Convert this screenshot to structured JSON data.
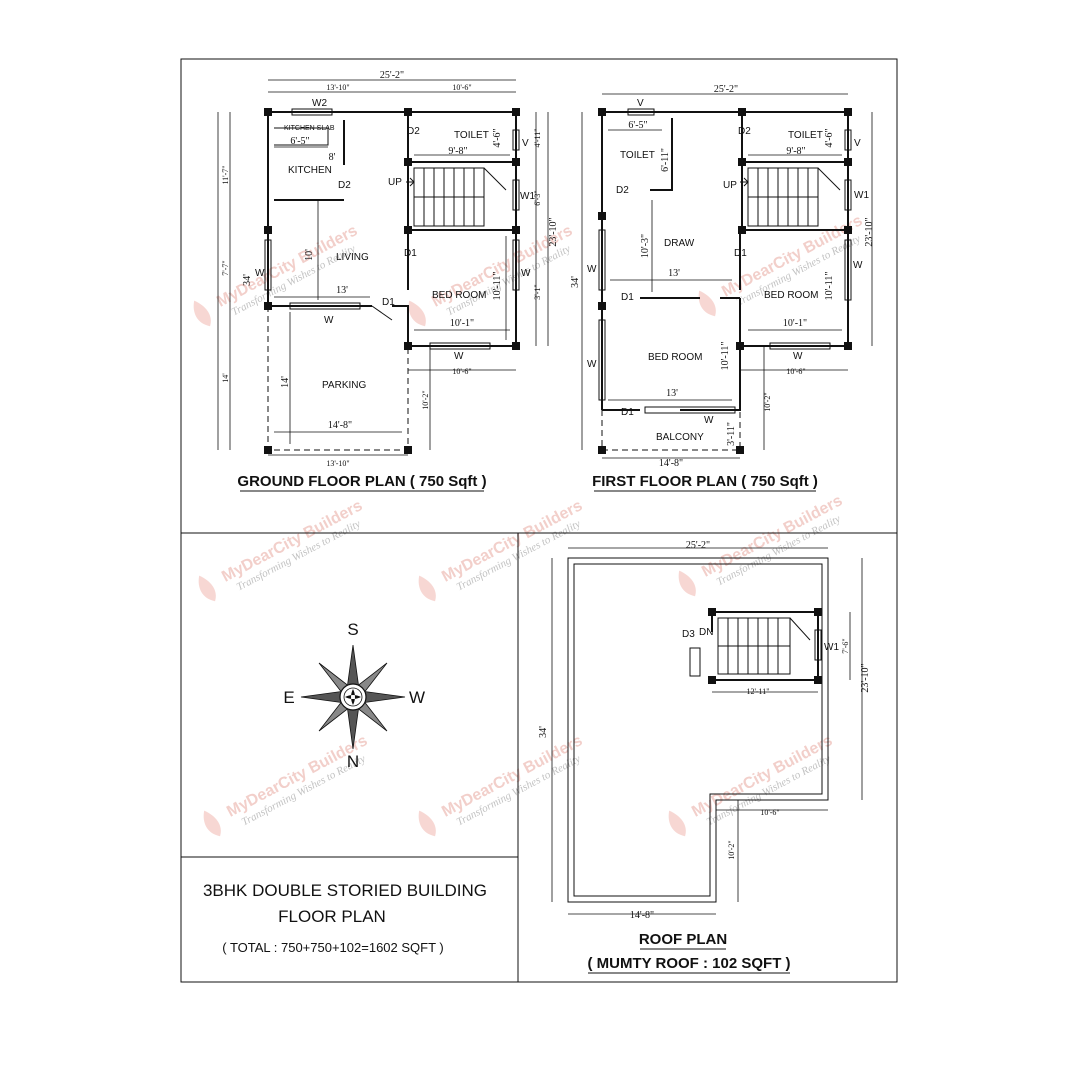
{
  "sheet": {
    "caption_line1": "3BHK DOUBLE STORIED BUILDING",
    "caption_line2": "FLOOR PLAN",
    "total": "( TOTAL : 750+750+102=1602 SQFT )"
  },
  "watermark": {
    "brand": "MyDearCity Builders",
    "tagline": "Transforming Wishes to Reality",
    "brand_color": "#e8a8a0"
  },
  "compass": {
    "top": "S",
    "bottom": "N",
    "left": "E",
    "right": "W"
  },
  "ground": {
    "title": "GROUND FLOOR PLAN ( 750 Sqft )",
    "rooms": {
      "kitchen": "KITCHEN",
      "kitchen_slab": "KITCHEN SLAB",
      "living": "LIVING",
      "toilet": "TOILET",
      "bedroom": "BED ROOM",
      "parking": "PARKING"
    },
    "marks": {
      "w2": "W2",
      "d2a": "D2",
      "d2b": "D2",
      "v": "V",
      "up": "UP",
      "w1": "W1",
      "d1a": "D1",
      "d1b": "D1",
      "w_left": "W",
      "w_right": "W",
      "w_bot": "W",
      "w_bed": "W"
    },
    "dims": {
      "total_w": "25'-2\"",
      "top_left": "13'-10\"",
      "top_right": "10'-6\"",
      "slab": "6'-5\"",
      "slab_h": "8'",
      "toilet_w": "9'-8\"",
      "toilet_h": "4'-6\"",
      "stair_h": "6'-3\"",
      "liv_h": "10'",
      "liv_w": "13'",
      "bed_w": "10'-1\"",
      "bed_h": "10'-11\"",
      "left_top": "11'-7\"",
      "left_mid": "7'-7\"",
      "left_total": "34'",
      "left_bot": "14'",
      "park_h": "14'",
      "park_w": "14'-8\"",
      "bot": "13'-10\"",
      "right_total": "23'-10\"",
      "right_a": "4'-11\"",
      "right_b": "3'-1\"",
      "step_w": "10'-6\"",
      "step_h": "10'-2\""
    }
  },
  "first": {
    "title": "FIRST FLOOR PLAN ( 750 Sqft )",
    "rooms": {
      "toilet_l": "TOILET",
      "toilet_r": "TOILET",
      "draw": "DRAW",
      "bedroom_r": "BED ROOM",
      "bedroom_l": "BED ROOM",
      "balcony": "BALCONY"
    },
    "marks": {
      "v_top": "V",
      "v_right": "V",
      "d2a": "D2",
      "d2b": "D2",
      "up": "UP",
      "w1": "W1",
      "d1a": "D1",
      "d1b": "D1",
      "d1c": "D1",
      "w_l1": "W",
      "w_l2": "W",
      "w_r": "W",
      "w_bed": "W",
      "w_bal": "W"
    },
    "dims": {
      "total_w": "25'-2\"",
      "slab": "6'-5\"",
      "toilet_h": "6'-11\"",
      "toilet_w": "9'-8\"",
      "toilet_rh": "4'-6\"",
      "draw_h": "10'-3\"",
      "draw_w": "13'",
      "left_total": "34'",
      "bed_w": "10'-1\"",
      "bed_h": "10'-11\"",
      "bedl_h": "10'-11\"",
      "bedl_w": "13'",
      "bal_h": "3'-11\"",
      "bal_w": "14'-8\"",
      "right_total": "23'-10\"",
      "step_w": "10'-6\"",
      "step_h": "10'-2\""
    }
  },
  "roof": {
    "title_line1": "ROOF PLAN",
    "title_line2": "( MUMTY ROOF : 102 SQFT )",
    "marks": {
      "d3": "D3",
      "dn": "DN",
      "w1": "W1"
    },
    "dims": {
      "total_w": "25'-2\"",
      "left_total": "34'",
      "right_total": "23'-10\"",
      "mumty_h": "7'-6\"",
      "mumty_w": "12'-11\"",
      "step_w": "10'-6\"",
      "step_h": "10'-2\"",
      "bot_w": "14'-8\""
    }
  }
}
